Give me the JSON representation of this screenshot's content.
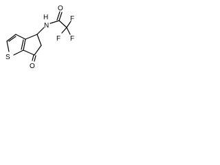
{
  "molecule": {
    "atoms": {
      "sulfur": "S",
      "oxygen_ketone": "O",
      "nitrogen": "N",
      "hydrogen_on_n": "H",
      "oxygen_amide": "O",
      "fluorine_1": "F",
      "fluorine_2": "F",
      "fluorine_3": "F"
    }
  }
}
